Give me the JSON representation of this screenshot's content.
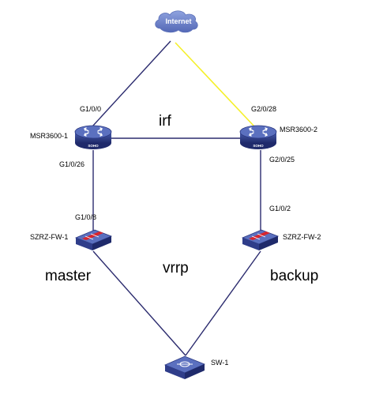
{
  "nodes": {
    "internet": {
      "label": "Internet"
    },
    "router1": {
      "name": "MSR3600-1",
      "badge": "SOHO"
    },
    "router2": {
      "name": "MSR3600-2",
      "badge": "SOHO"
    },
    "fw1": {
      "name": "SZRZ-FW-1"
    },
    "fw2": {
      "name": "SZRZ-FW-2"
    },
    "switch": {
      "name": "SW-1"
    }
  },
  "ports": {
    "r1_up": "G1/0/0",
    "r1_down": "G1/0/26",
    "r2_up": "G2/0/28",
    "r2_down": "G2/0/25",
    "fw1_up": "G1/0/8",
    "fw2_up": "G1/0/2"
  },
  "labels": {
    "irf": "irf",
    "vrrp": "vrrp",
    "master": "master",
    "backup": "backup"
  },
  "colors": {
    "link": "#2b2b6e",
    "standby_link": "#f5f02a",
    "device": "#2f3d8a",
    "cloud": "#6c83c9",
    "firewall_bar": "#d8262e"
  }
}
